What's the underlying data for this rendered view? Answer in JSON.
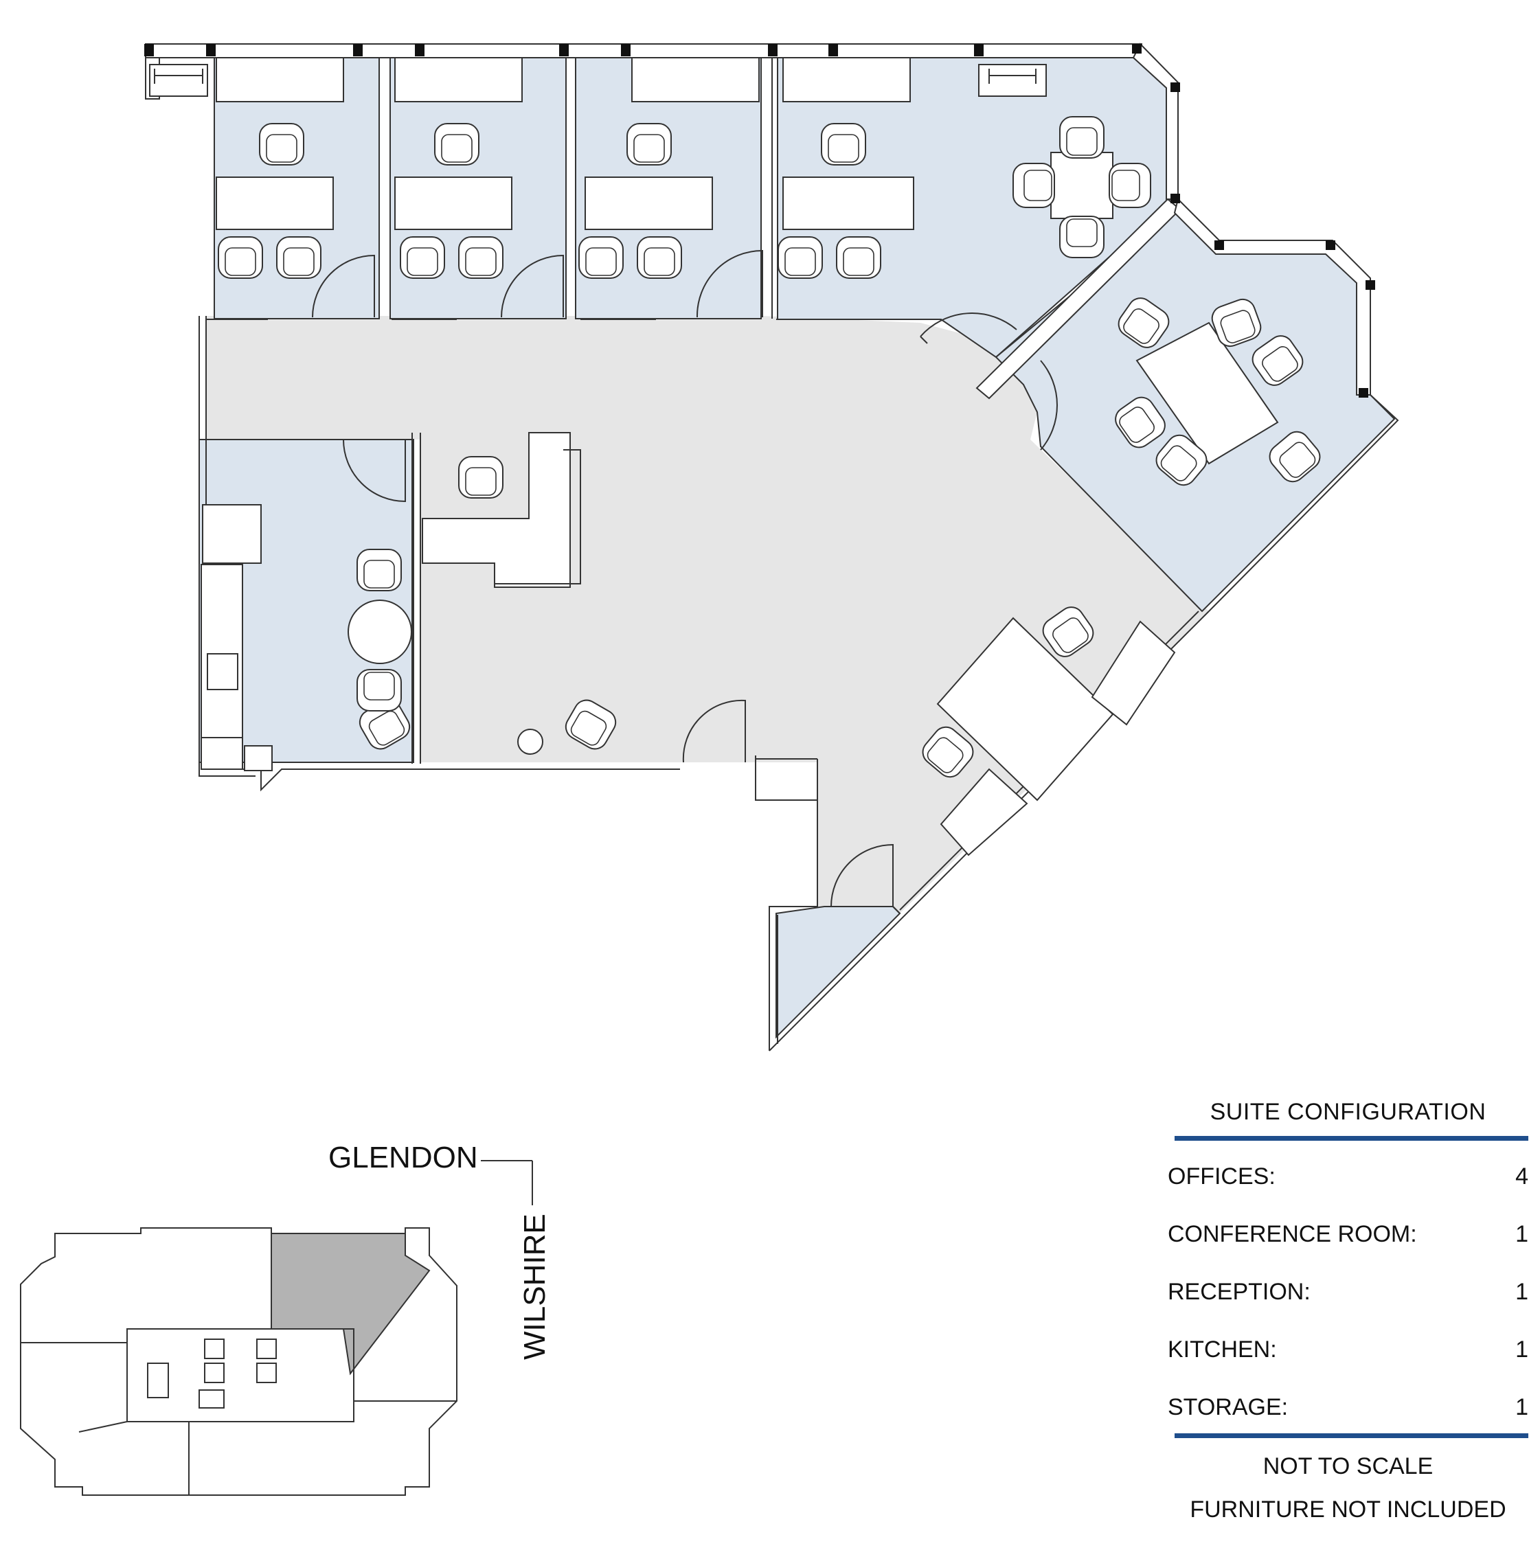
{
  "streets": {
    "north": "GLENDON",
    "east": "WILSHIRE"
  },
  "suite_configuration": {
    "title": "SUITE CONFIGURATION",
    "rows": [
      {
        "label": "OFFICES:",
        "value": "4"
      },
      {
        "label": "CONFERENCE ROOM:",
        "value": "1"
      },
      {
        "label": "RECEPTION:",
        "value": "1"
      },
      {
        "label": "KITCHEN:",
        "value": "1"
      },
      {
        "label": "STORAGE:",
        "value": "1"
      }
    ],
    "notes": [
      "NOT TO SCALE",
      "FURNITURE NOT INCLUDED"
    ]
  },
  "colors": {
    "office_fill": "#dbe4ee",
    "common_fill": "#e6e6e6",
    "suite_highlight": "#b3b3b3",
    "rule": "#1f4e8c"
  }
}
